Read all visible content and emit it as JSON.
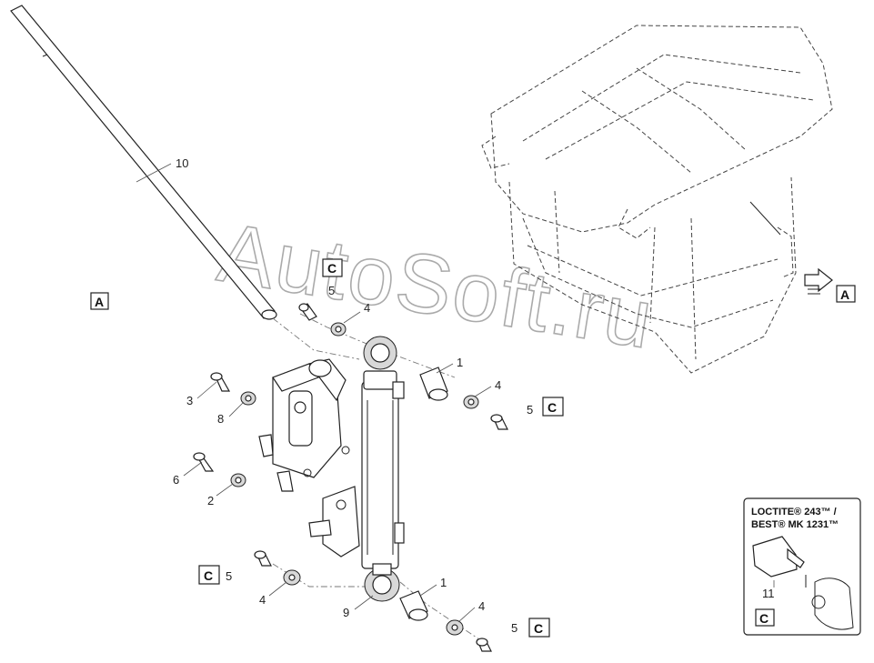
{
  "watermark": "AutoSoft.ru",
  "view_label": "A",
  "view_label_arrow": "A",
  "callouts": {
    "c10": "10",
    "c5a": "5",
    "c4a": "4",
    "c1a": "1",
    "c4b": "4",
    "c5b": "5",
    "c3": "3",
    "c8": "8",
    "c6": "6",
    "c2": "2",
    "c5c": "5",
    "c4c": "4",
    "c1b": "1",
    "c9": "9",
    "c4d": "4",
    "c5d": "5",
    "c11": "11"
  },
  "adhesive_code": "C",
  "legend": {
    "line1": "LOCTITE® 243™ /",
    "line2": "BEST® MK 1231™",
    "code": "C"
  }
}
